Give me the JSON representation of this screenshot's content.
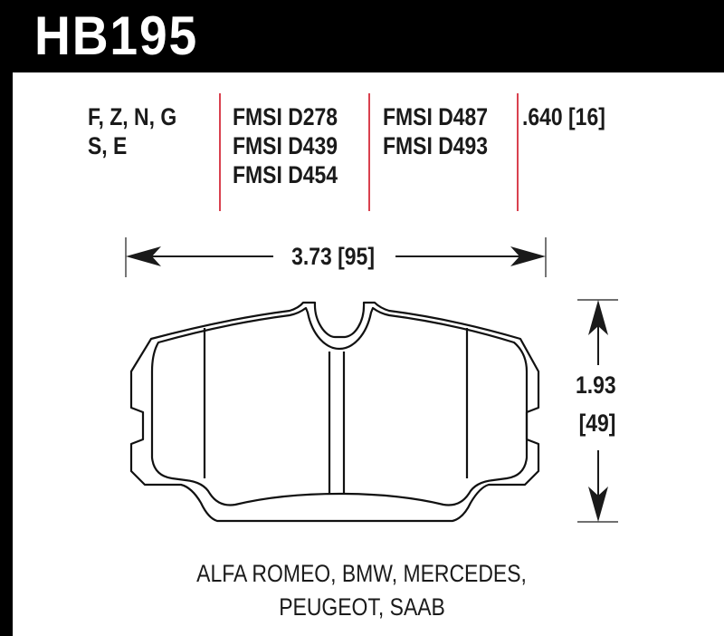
{
  "header": {
    "part_number": "HB195",
    "background_color": "#000000",
    "text_color": "#ffffff"
  },
  "specs": {
    "compounds": [
      "F, Z, N, G",
      "S, E"
    ],
    "fmsi_column_1": [
      "FMSI D278",
      "FMSI D439",
      "FMSI D454"
    ],
    "fmsi_column_2": [
      "FMSI D487",
      "FMSI D493"
    ],
    "thickness": ".640 [16]",
    "divider_color": "#d9414f"
  },
  "dimensions": {
    "width": "3.73 [95]",
    "height_in": "1.93",
    "height_mm": "[49]"
  },
  "vehicle_makes": {
    "line_1": "ALFA ROMEO, BMW, MERCEDES,",
    "line_2": "PEUGEOT, SAAB"
  }
}
